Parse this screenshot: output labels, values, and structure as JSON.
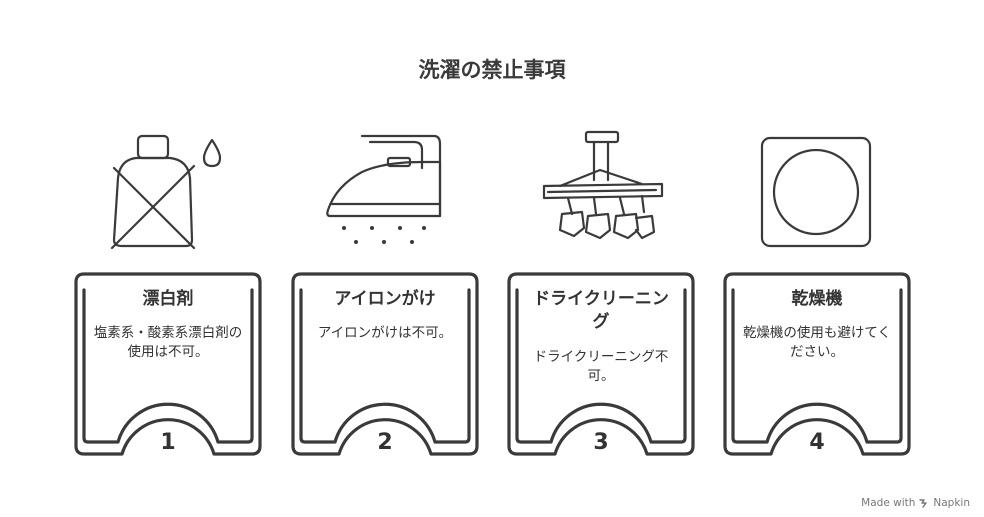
{
  "title": "洗濯の禁止事項",
  "steps": [
    {
      "title": "漂白剤",
      "desc": "塩素系・酸素系漂白剤の使用は不可。",
      "number": "1",
      "icon": "no-bleach-icon"
    },
    {
      "title": "アイロンがけ",
      "desc": "アイロンがけは不可。",
      "number": "2",
      "icon": "iron-icon"
    },
    {
      "title": "ドライクリーニング",
      "desc": "ドライクリーニング不可。",
      "number": "3",
      "icon": "dry-clean-icon"
    },
    {
      "title": "乾燥機",
      "desc": "乾燥機の使用も避けてください。",
      "number": "4",
      "icon": "tumble-dryer-icon"
    }
  ],
  "footer": {
    "made_with": "Made with",
    "brand": "Napkin"
  },
  "colors": {
    "stroke": "#3a3a3a",
    "text": "#333333"
  }
}
